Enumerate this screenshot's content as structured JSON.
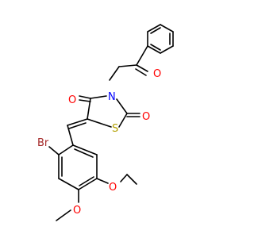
{
  "molecule": {
    "atom_labels": {
      "o_ketone": "O",
      "o_ring_c4": "O",
      "o_ring_c2": "O",
      "s_ring": "S",
      "n_ring": "N",
      "br": "Br",
      "o_ethoxy": "O",
      "o_methoxy": "O"
    },
    "colors": {
      "carbon": "#000000",
      "oxygen": "#ff0000",
      "sulfur": "#b2a000",
      "nitrogen": "#0000ff",
      "bromine": "#a52a2a"
    }
  }
}
